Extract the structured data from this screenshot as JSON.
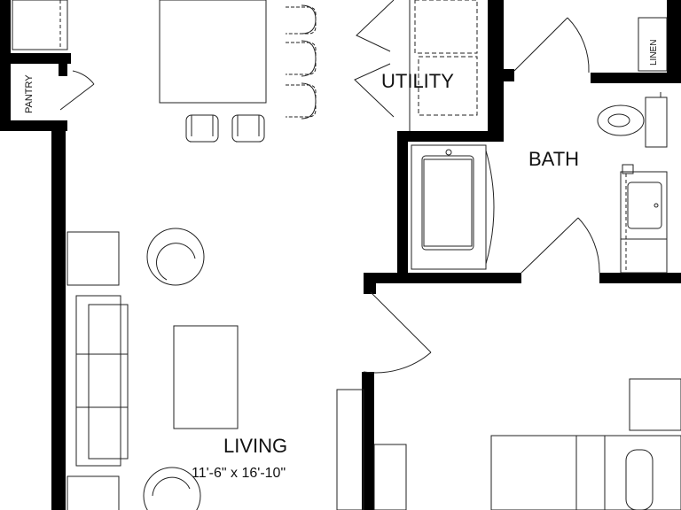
{
  "rooms": {
    "utility": "UTILITY",
    "bath": "BATH",
    "living": "LIVING",
    "living_dimensions": "11'-6\" x 16'-10\"",
    "pantry": "PANTRY",
    "linen": "LINEN"
  },
  "colors": {
    "wall": "#000000",
    "line": "#222222",
    "background": "#ffffff"
  }
}
